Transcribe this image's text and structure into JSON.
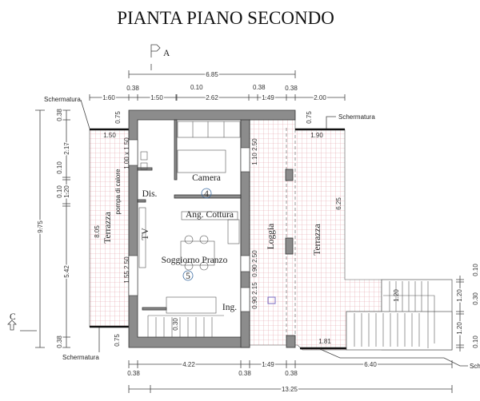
{
  "title": "PIANTA PIANO SECONDO",
  "section_markers": {
    "a": "A",
    "c": "C"
  },
  "rooms": {
    "camera": "Camera",
    "camera_num": "4",
    "dis": "Dis.",
    "ang_cottura": "Ang. Cottura",
    "tv": "TV",
    "soggiorno": "Soggiorno Pranzo",
    "soggiorno_num": "5",
    "ing": "Ing.",
    "loggia": "Loggia",
    "terrazza_left": "Terrazza",
    "terrazza_right": "Terrazza",
    "pompa": "pompa di calore"
  },
  "labels": {
    "schermatura_tl": "Schermatura",
    "schermatura_tr": "Schermatura",
    "schermatura_bl": "Schermatura",
    "schermatura_br": "Sch"
  },
  "dims_top": {
    "overall": "6.85",
    "d160": "1.60",
    "d038a": "0.38",
    "d150": "1.50",
    "d010": "0.10",
    "d262": "2.62",
    "d038b": "0.38",
    "d149": "1.49",
    "d038c": "0.38",
    "d200": "2.00"
  },
  "dims_left": {
    "overall": "9.75",
    "d038a": "0.38",
    "d217": "2.17",
    "d010a": "0.10",
    "d120": "1.20",
    "d010b": "0.10",
    "d542": "5.42",
    "d038b": "0.38"
  },
  "dims_bottom": {
    "d038a": "0.38",
    "d422": "4.22",
    "d038b": "0.38",
    "d149": "1.49",
    "d038c": "0.38",
    "d640": "6.40",
    "overall": "13.25"
  },
  "dims_right": {
    "d010a": "0.10",
    "d120a": "1.20",
    "d030": "0.30",
    "d120b": "1.20",
    "d010b": "0.10"
  },
  "dims_inner": {
    "t075l": "0.75",
    "t150": "1.50",
    "win_bath": "1.00 x 1.50",
    "t805": "8.05",
    "t075r": "0.75",
    "t190": "1.90",
    "win_cam": "1.10  2.50",
    "win_sog": "1.55  2.50",
    "win_log1": "0.90  2.50",
    "win_log2": "0.90  2.15",
    "b075": "0.75",
    "stair030": "0.30",
    "t625": "6.25",
    "t181": "1.81",
    "st120": "1.20"
  }
}
